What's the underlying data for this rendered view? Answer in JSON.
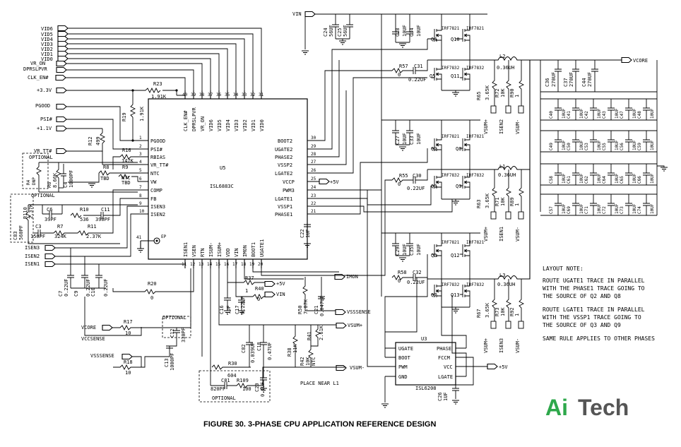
{
  "caption": "FIGURE 30. 3-PHASE CPU APPLICATION REFERENCE DESIGN",
  "logo": {
    "part1": "Ai",
    "part2": "Tech"
  },
  "colors": {
    "logo_green": "#2ea84b",
    "logo_gray": "#555555"
  },
  "ic_u5": {
    "ref": "U5",
    "part": "ISL6883C",
    "left_pins": [
      {
        "num": "1",
        "name": "PGOOD"
      },
      {
        "num": "2",
        "name": "PSI#"
      },
      {
        "num": "3",
        "name": "RBIAS"
      },
      {
        "num": "4",
        "name": "VR_TT#"
      },
      {
        "num": "5",
        "name": "NTC"
      },
      {
        "num": "6",
        "name": "VW"
      },
      {
        "num": "7",
        "name": "COMP"
      },
      {
        "num": "8",
        "name": "FB"
      },
      {
        "num": "9",
        "name": "ISEN3"
      },
      {
        "num": "10",
        "name": "ISEN2"
      }
    ],
    "top_pins": [
      {
        "num": "40",
        "name": "CLK_EN#"
      },
      {
        "num": "39",
        "name": "DPRSLPVR"
      },
      {
        "num": "38",
        "name": "VR_ON"
      },
      {
        "num": "37",
        "name": "VID6"
      },
      {
        "num": "36",
        "name": "VID5"
      },
      {
        "num": "35",
        "name": "VID4"
      },
      {
        "num": "34",
        "name": "VID3"
      },
      {
        "num": "33",
        "name": "VID2"
      },
      {
        "num": "32",
        "name": "VID1"
      },
      {
        "num": "31",
        "name": "VID0"
      }
    ],
    "bottom_pins": [
      {
        "num": "11",
        "name": "ISEN1"
      },
      {
        "num": "12",
        "name": "VSEN"
      },
      {
        "num": "13",
        "name": "RTN"
      },
      {
        "num": "14",
        "name": "ISUM-"
      },
      {
        "num": "15",
        "name": "ISUM+"
      },
      {
        "num": "16",
        "name": "VDD"
      },
      {
        "num": "17",
        "name": "VIN"
      },
      {
        "num": "18",
        "name": "IMON"
      },
      {
        "num": "19",
        "name": "BOOT1"
      },
      {
        "num": "20",
        "name": "UGATE1"
      }
    ],
    "right_pins": [
      {
        "num": "30",
        "name": "BOOT2"
      },
      {
        "num": "29",
        "name": "UGATE2"
      },
      {
        "num": "28",
        "name": "PHASE2"
      },
      {
        "num": "27",
        "name": "VSSP2"
      },
      {
        "num": "26",
        "name": "LGATE2"
      },
      {
        "num": "25",
        "name": "VCCP"
      },
      {
        "num": "24",
        "name": "PWM3"
      },
      {
        "num": "23",
        "name": "LGATE1"
      },
      {
        "num": "22",
        "name": "VSSP1"
      },
      {
        "num": "21",
        "name": "PHASE1"
      }
    ],
    "ep_num": "41",
    "ep_name": "EP"
  },
  "ic_u3": {
    "ref": "U3",
    "part": "ISL6208",
    "pins": [
      "UGATE",
      "PHASE",
      "BOOT",
      "FCCM",
      "PWM",
      "VCC",
      "GND",
      "LGATE"
    ]
  },
  "nets": {
    "vid": [
      "VID6",
      "VID5",
      "VID4",
      "VID3",
      "VID2",
      "VID1",
      "VID0"
    ],
    "vr_on": "VR_ON",
    "dprslpvr": "DPRSLPVR",
    "clk_en": "CLK_EN#",
    "v33": "+3.3V",
    "pgood": "PGOOD",
    "psi": "PSI#",
    "v11": "+1.1V",
    "vr_tt": "VR_TT#",
    "isen3": "ISEN3",
    "isen2": "ISEN2",
    "isen1": "ISEN1",
    "vin": "VIN",
    "vcore": "VCORE",
    "v5": "+5V",
    "imon": "IMON",
    "vsssense": "VSSSENSE",
    "vsum_p": "VSUM+",
    "vsum_m": "VSUM-",
    "vcore_in": "VCORE",
    "vccsense": "VCCSENSE",
    "vsssense_in": "VSSSENSE"
  },
  "parts": {
    "r23": [
      "R23",
      "1.91K"
    ],
    "r19": [
      "R19",
      "1.91K"
    ],
    "r12": [
      "R12",
      "499"
    ],
    "r16": [
      "R16",
      "147K"
    ],
    "r8": [
      "R8",
      "TBD"
    ],
    "r9": [
      "R9",
      "NTC",
      "TBD"
    ],
    "r4": [
      "R4",
      "DNP"
    ],
    "r6": [
      "R6",
      "8.66K"
    ],
    "c4": [
      "C4",
      "1000PF"
    ],
    "r110": [
      "R110",
      "2.37K"
    ],
    "c83": [
      "C83",
      "560PF"
    ],
    "c6": [
      "C6",
      "39PF"
    ],
    "r10": [
      "R10",
      "536"
    ],
    "c11": [
      "C11",
      "390PF"
    ],
    "c3": [
      "C3",
      "150PF"
    ],
    "r7": [
      "R7",
      "324K"
    ],
    "r11": [
      "R11",
      "2.37K"
    ],
    "c7": [
      "C7",
      "0.22UF"
    ],
    "c9": [
      "C9",
      "0.22UF"
    ],
    "c10": [
      "C10",
      "0.22UF"
    ],
    "r20": [
      "R20",
      "0"
    ],
    "r17": [
      "R17",
      "10"
    ],
    "r18": [
      "R18",
      "10"
    ],
    "c12": [
      "C12",
      "330PF"
    ],
    "c13": [
      "C13",
      "1000PF"
    ],
    "r30": [
      "R30",
      "604"
    ],
    "c81": [
      "C81",
      "820PF"
    ],
    "r109": [
      "R109",
      "100"
    ],
    "c82": [
      "C82",
      "0.039UF"
    ],
    "c18": [
      "C18",
      "0.47UF"
    ],
    "c20": [
      "C20",
      "0.1UF"
    ],
    "r38": [
      "R38",
      "11K"
    ],
    "r42": [
      "R42",
      "10K",
      "NTC"
    ],
    "r41": [
      "R41",
      "2.61K"
    ],
    "c16": [
      "C16",
      "1UF"
    ],
    "c17": [
      "C17",
      "0.22UF"
    ],
    "r37": [
      "R37",
      "1"
    ],
    "r40": [
      "R40",
      "0"
    ],
    "r50": [
      "R50",
      "7.87K"
    ],
    "c21": [
      "C21",
      "0.047UF"
    ],
    "c22": [
      "C22",
      "1UF"
    ],
    "c24": [
      "C24",
      "56UF"
    ],
    "c25": [
      "C25",
      "56UF"
    ],
    "c28": [
      "C28",
      "10UF"
    ],
    "c34": [
      "C34",
      "10UF"
    ],
    "c27": [
      "C27",
      "10UF"
    ],
    "c33": [
      "C33",
      "10UF"
    ],
    "c29": [
      "C29",
      "10UF"
    ],
    "c35": [
      "C35",
      "10UF"
    ],
    "r57": [
      "R57",
      "0"
    ],
    "c31": [
      "C31",
      "0.22UF"
    ],
    "r55": [
      "R55",
      "0"
    ],
    "c30": [
      "C30",
      "0.22UF"
    ],
    "r58": [
      "R58",
      "0"
    ],
    "c32": [
      "C32",
      "0.22UF"
    ],
    "l2": [
      "L2",
      "0.36UH"
    ],
    "l1": [
      "L1",
      "0.36UH"
    ],
    "l3": [
      "L3",
      "0.36UH"
    ],
    "r65": [
      "R65",
      "3.65K"
    ],
    "r72": [
      "R72",
      "10K"
    ],
    "r90": [
      "R90",
      "1"
    ],
    "r63": [
      "R63",
      "3.65K"
    ],
    "r71": [
      "R71",
      "10K"
    ],
    "r89": [
      "R89",
      "1"
    ],
    "r67": [
      "R67",
      "3.65K"
    ],
    "r73": [
      "R73",
      "10K"
    ],
    "r92": [
      "R92",
      "1"
    ],
    "c26": [
      "C26",
      "1UF"
    ],
    "c36": [
      "C36",
      "270UF"
    ],
    "c37": [
      "C37",
      "270UF"
    ],
    "c44": [
      "C44",
      "270UF"
    ]
  },
  "fets": [
    "Q4",
    "Q10",
    "Q5",
    "Q11",
    "Q2",
    "Q8",
    "Q3",
    "Q9",
    "Q6",
    "Q12",
    "Q7",
    "Q13"
  ],
  "fet_part": "IRF7821",
  "fet_part_low": "IRF7832",
  "cap_bank_rows": [
    [
      "C40",
      "C41",
      "C42",
      "C43",
      "C47",
      "C48"
    ],
    [
      "C49",
      "C50",
      "C53",
      "C55",
      "C56",
      "C59"
    ],
    [
      "C58",
      "C61",
      "C62",
      "C64",
      "C65",
      "C66"
    ],
    [
      "C57",
      "C69",
      "C71",
      "C72",
      "C73",
      "C74"
    ]
  ],
  "cap_bank_value": "10UF",
  "sense_labels": {
    "p2": [
      "VSUM+",
      "ISEN2",
      "VSUM-"
    ],
    "p1": [
      "VSUM+",
      "ISEN1",
      "VSUM-"
    ],
    "p3": [
      "VSUM+",
      "ISEN3",
      "VSUM-"
    ]
  },
  "optional": "OPTIONAL",
  "place_near": "PLACE NEAR L1",
  "layout_notes": [
    "LAYOUT NOTE:",
    "ROUTE UGATE1 TRACE IN PARALLEL",
    "WITH THE PHASE1 TRACE GOING TO",
    "THE SOURCE OF Q2 AND Q8",
    "ROUTE LGATE1 TRACE IN PARALLEL",
    "WITH THE VSSP1 TRACE GOING TO",
    "THE SOURCE OF Q3 AND Q9",
    "SAME RULE APPLIES TO OTHER PHASES"
  ]
}
